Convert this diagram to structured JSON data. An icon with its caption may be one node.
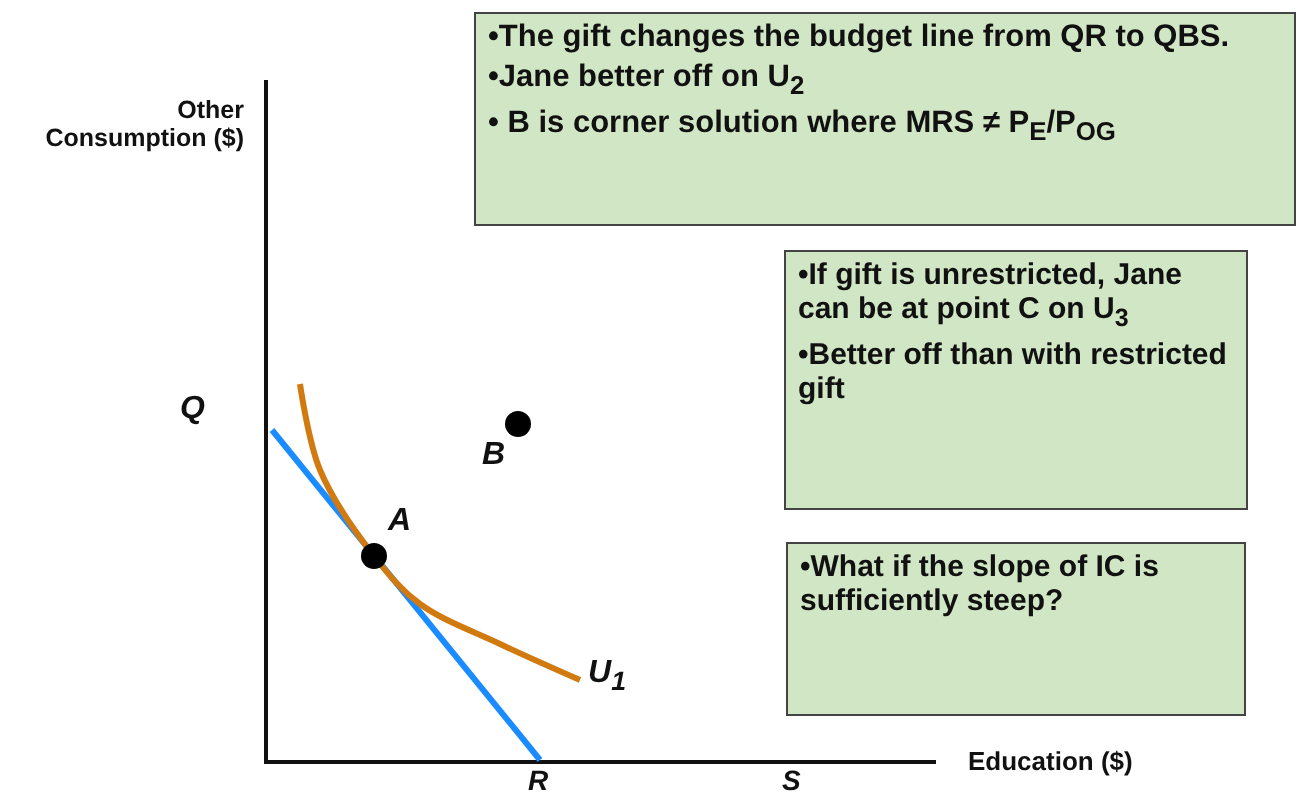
{
  "diagram": {
    "nodes": [
      {
        "text": [
          "•The gift changes the budget line from QR to QBS.",
          "•Jane better off on U$_{2}$",
          "• B is corner solution where MRS ≠ P$_{E}$/P$_{OG}$"
        ]
      },
      {
        "text": [
          "•If gift is unrestricted, Jane can be at point C on U$_{3}$",
          "•Better off than with restricted gift"
        ]
      },
      {
        "text": [
          "•What if the slope of IC is sufficiently steep?"
        ]
      }
    ],
    "edges": [],
    "labels": [
      "Other Consumption ($)",
      "Q",
      "B",
      "A",
      "U$_{1}$",
      "R",
      "S",
      "Education ($)"
    ]
  }
}
